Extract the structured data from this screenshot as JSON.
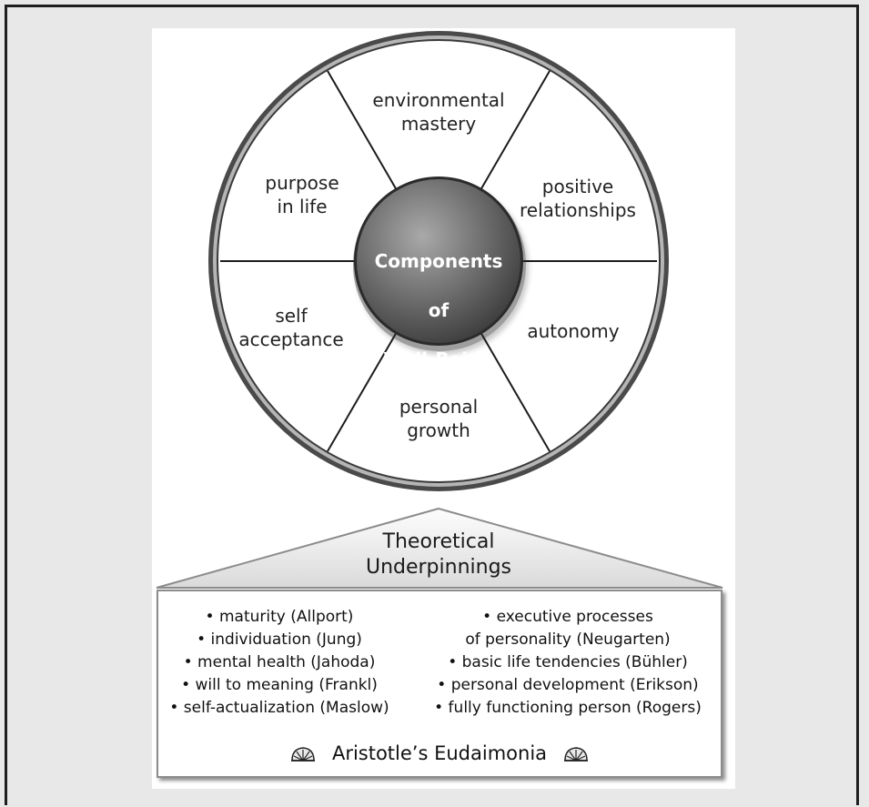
{
  "center": {
    "line1": "Components",
    "line2": "of",
    "line3": "Well-Being"
  },
  "segments": [
    {
      "id": "top",
      "text": "environmental\nmastery"
    },
    {
      "id": "upper-right",
      "text": "positive\nrelationships"
    },
    {
      "id": "lower-right",
      "text": "autonomy"
    },
    {
      "id": "bottom",
      "text": "personal\ngrowth"
    },
    {
      "id": "lower-left",
      "text": "self\nacceptance"
    },
    {
      "id": "upper-left",
      "text": "purpose\nin life"
    }
  ],
  "roof": {
    "title": "Theoretical\nUnderpinnings"
  },
  "underpinnings": {
    "left": [
      "• maturity (Allport)",
      "• individuation (Jung)",
      "• mental health (Jahoda)",
      "• will to meaning (Frankl)",
      "• self-actualization (Maslow)"
    ],
    "right": [
      "• executive processes",
      "of personality (Neugarten)",
      "• basic life tendencies (Bühler)",
      "• personal development (Erikson)",
      "• fully functioning person (Rogers)"
    ]
  },
  "foundation": {
    "text": "Aristotle’s Eudaimonia",
    "ornament": "shell-ornament-icon"
  }
}
